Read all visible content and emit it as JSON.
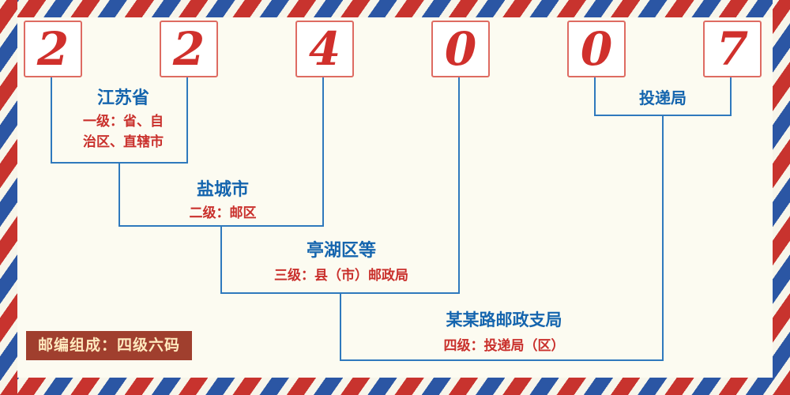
{
  "diagram": {
    "postal_code_digits": [
      "2",
      "2",
      "4",
      "0",
      "0",
      "7"
    ],
    "levels": [
      {
        "name": "江苏省",
        "desc": "一级：省、自治区、直辖市"
      },
      {
        "name": "盐城市",
        "desc": "二级：邮区"
      },
      {
        "name": "亭湖区等",
        "desc": "三级：县（市）邮政局"
      },
      {
        "name": "某某路邮政支局",
        "desc": "四级：投递局（区）"
      }
    ],
    "delivery_office_label": "投递局",
    "footer_note": "邮编组成：四级六码",
    "colors": {
      "background": "#fcfbf1",
      "digit_red": "#d0302c",
      "digit_box_border": "#de6b62",
      "line_blue": "#2f79bd",
      "label_blue": "#1565ae",
      "desc_red": "#c9302c",
      "stripe_red": "#c8332e",
      "stripe_blue": "#2b56a4",
      "footer_bg": "#a03f2e",
      "footer_text": "#ffe9be"
    }
  }
}
